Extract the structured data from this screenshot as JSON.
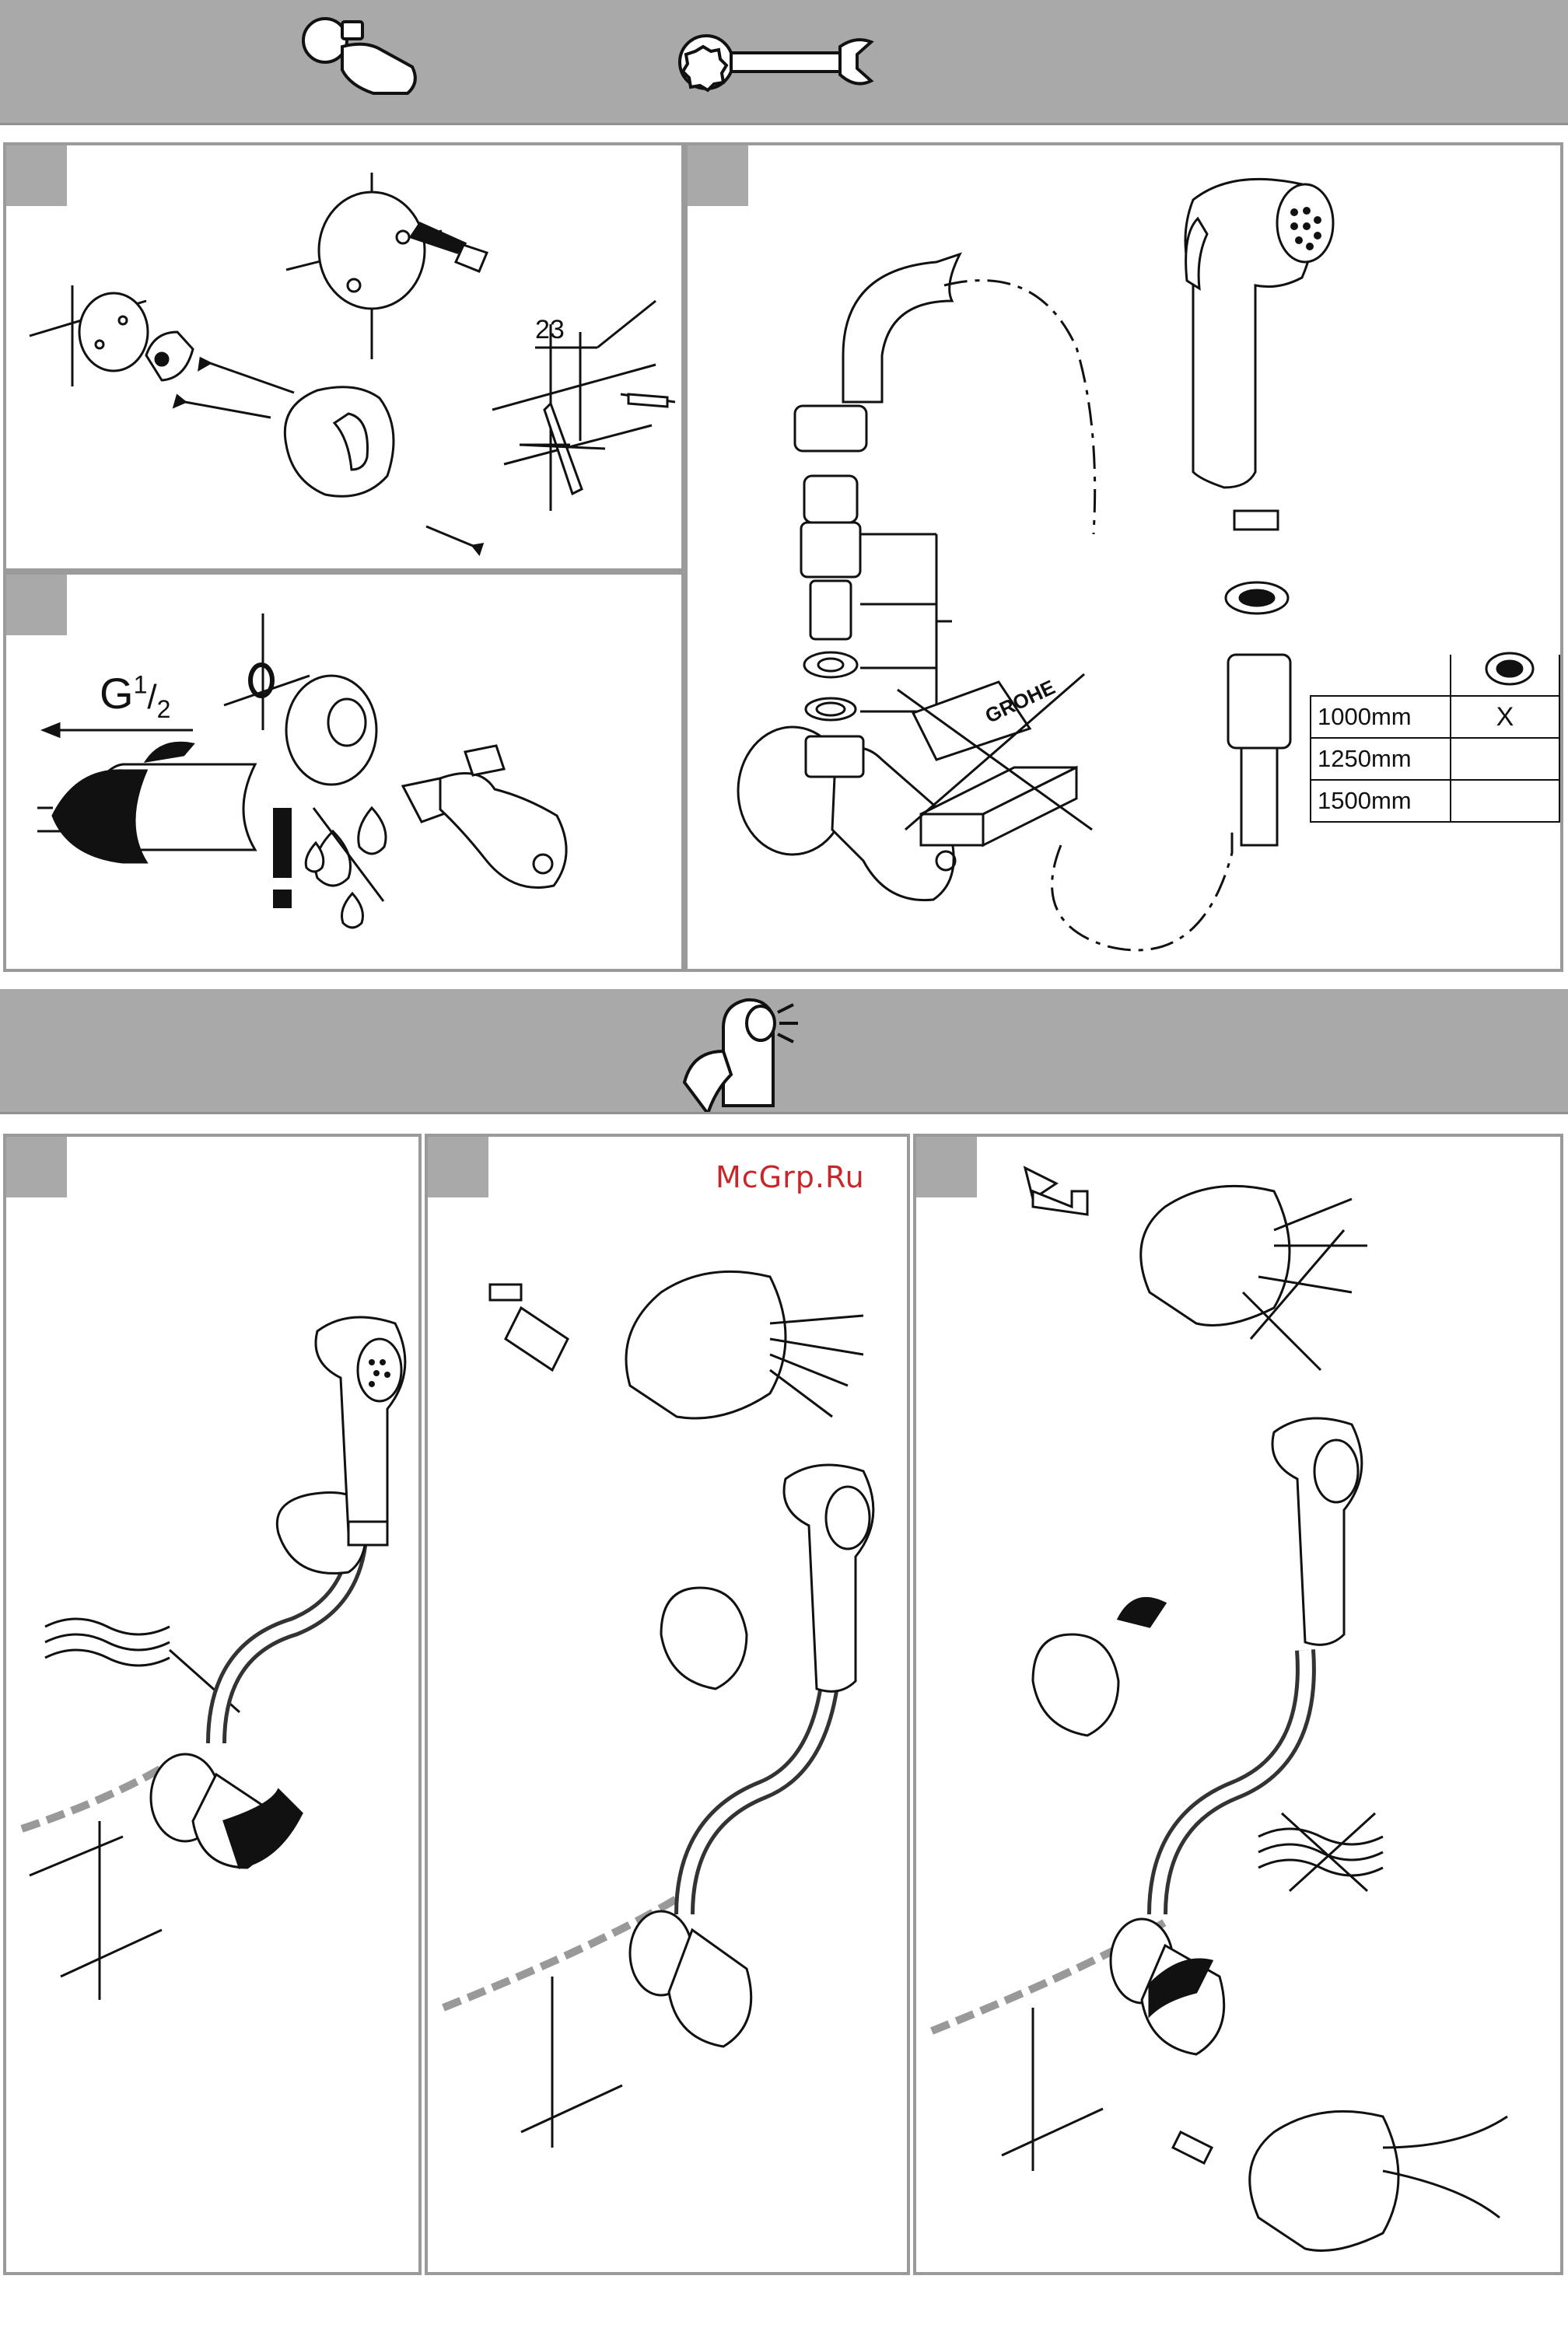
{
  "step1": {
    "dimension": "23"
  },
  "step2": {
    "thread": {
      "base": "G",
      "num": "1",
      "den": "2"
    },
    "warning": "!"
  },
  "hose_table": {
    "rows": [
      {
        "length": "1000mm",
        "mark": "X"
      },
      {
        "length": "1250mm",
        "mark": ""
      },
      {
        "length": "1500mm",
        "mark": ""
      }
    ]
  },
  "brand_box_text": "GROHE",
  "watermark": "McGrp.Ru",
  "colors": {
    "band": "#a9a9a9",
    "border": "#9a9a9a",
    "watermark": "#c8262b"
  },
  "icons": [
    "angle-valve-icon",
    "wrench-icon",
    "hand-spray-icon",
    "no-entry-cross-icon"
  ]
}
